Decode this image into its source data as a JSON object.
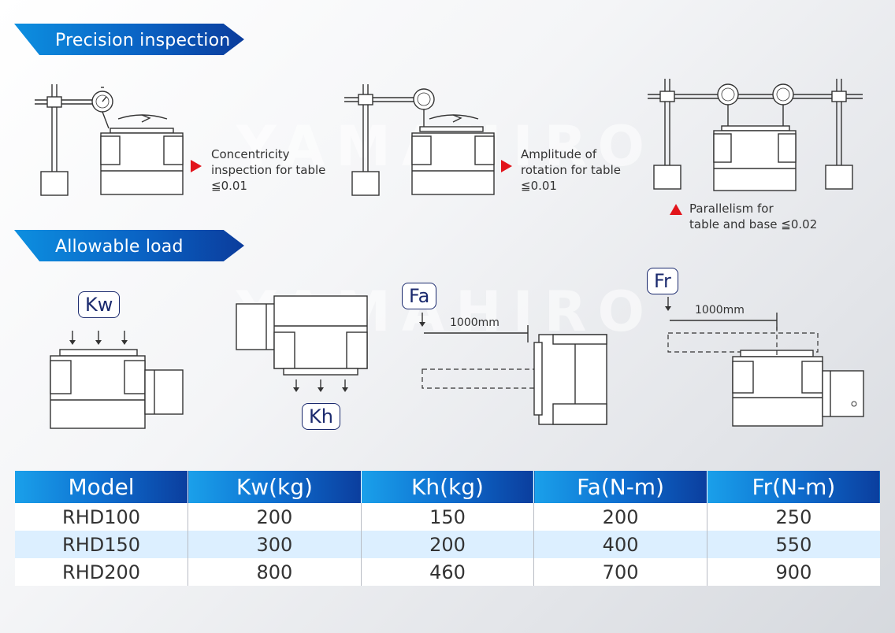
{
  "sections": {
    "precision_title": "Precision inspection",
    "load_title": "Allowable load"
  },
  "inspections": {
    "concentricity": [
      "Concentricity",
      "inspection for table",
      "≦0.01"
    ],
    "amplitude": [
      "Amplitude of",
      "rotation for table",
      "≦0.01"
    ],
    "parallelism": [
      "Parallelism for",
      "table and base ≦0.02"
    ]
  },
  "loads": {
    "kw": "Kw",
    "kh": "Kh",
    "fa": "Fa",
    "fr": "Fr",
    "fa_distance": "1000mm",
    "fr_distance": "1000mm"
  },
  "watermark": "YAMAHIRO",
  "table": {
    "headers": [
      "Model",
      "Kw(kg)",
      "Kh(kg)",
      "Fa(N-m)",
      "Fr(N-m)"
    ],
    "rows": [
      [
        "RHD100",
        "200",
        "150",
        "200",
        "250"
      ],
      [
        "RHD150",
        "300",
        "200",
        "400",
        "550"
      ],
      [
        "RHD200",
        "800",
        "460",
        "700",
        "900"
      ]
    ]
  },
  "colors": {
    "accent_blue": "#0a63c4",
    "marker_red": "#e2141b",
    "row_highlight": "#dcefff"
  }
}
